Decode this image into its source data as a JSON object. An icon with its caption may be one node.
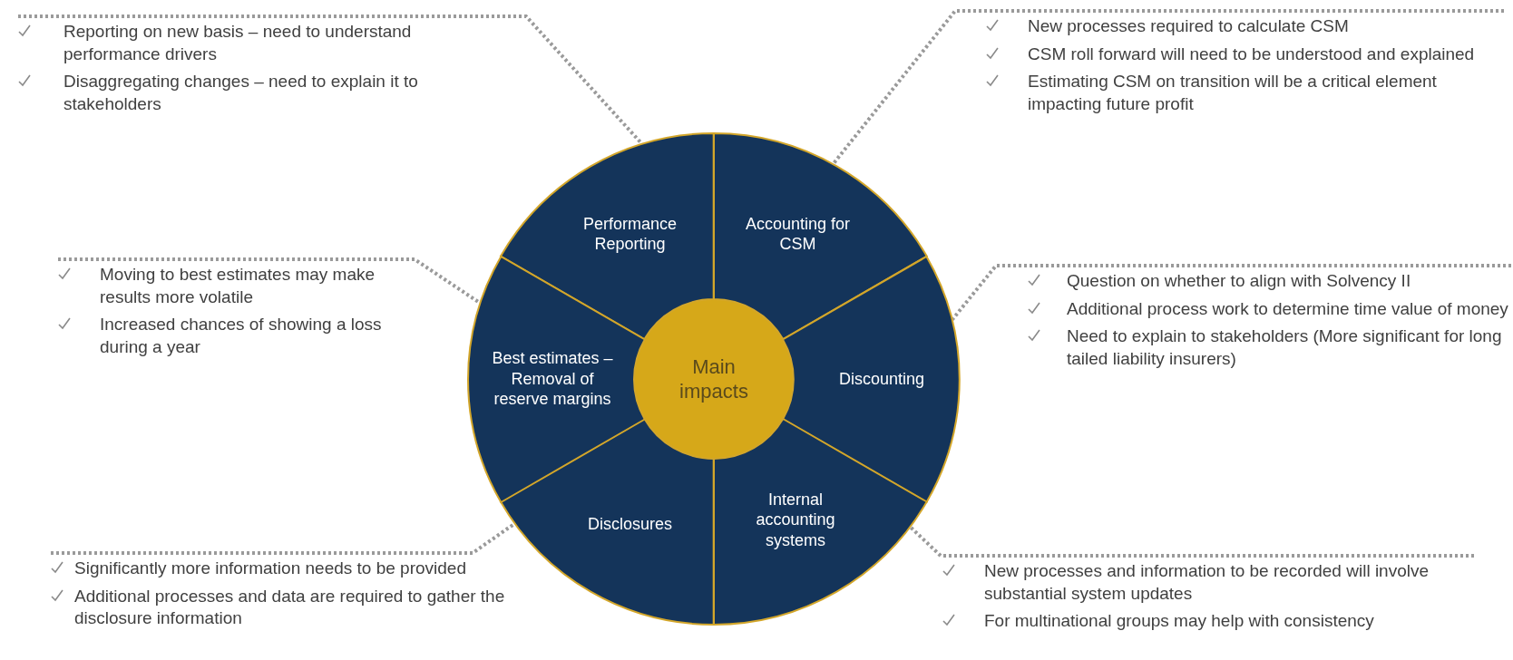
{
  "diagram": {
    "nodes": [
      {
        "text": [
          "Main impacts"
        ]
      },
      {
        "text": [
          "Performance Reporting"
        ]
      },
      {
        "text": [
          "Accounting for CSM"
        ]
      },
      {
        "text": [
          "Discounting"
        ]
      },
      {
        "text": [
          "Internal accounting systems"
        ]
      },
      {
        "text": [
          "Disclosures"
        ]
      },
      {
        "text": [
          "Best estimates – Removal of reserve margins"
        ]
      },
      {
        "text": [
          "Reporting on new basis – need to understand performance drivers",
          "Disaggregating changes – need to explain it to stakeholders"
        ]
      },
      {
        "text": [
          "New processes required to calculate CSM",
          "CSM roll forward will need to be understood and explained",
          "Estimating CSM on transition will be a critical element impacting future profit"
        ]
      },
      {
        "text": [
          "Moving to best estimates may make results more volatile",
          "Increased chances of showing a loss during a year"
        ]
      },
      {
        "text": [
          "Question on whether to align with Solvency II",
          "Additional process work to determine time value of money",
          "Need to explain to stakeholders (More significant for long tailed liability insurers)"
        ]
      },
      {
        "text": [
          "Significantly more information needs to be provided",
          "Additional processes and data are required to gather the disclosure information"
        ]
      },
      {
        "text": [
          "New processes and information to be recorded will involve substantial system updates",
          "For multinational groups may help with consistency"
        ]
      }
    ],
    "edges": [
      {
        "from": 7,
        "to": 1,
        "arrow": "none",
        "style": "dashed"
      },
      {
        "from": 8,
        "to": 2,
        "arrow": "none",
        "style": "dashed"
      },
      {
        "from": 9,
        "to": 6,
        "arrow": "none",
        "style": "dashed"
      },
      {
        "from": 10,
        "to": 3,
        "arrow": "none",
        "style": "dashed"
      },
      {
        "from": 11,
        "to": 5,
        "arrow": "none",
        "style": "dashed"
      },
      {
        "from": 12,
        "to": 4,
        "arrow": "none",
        "style": "dashed"
      }
    ]
  }
}
